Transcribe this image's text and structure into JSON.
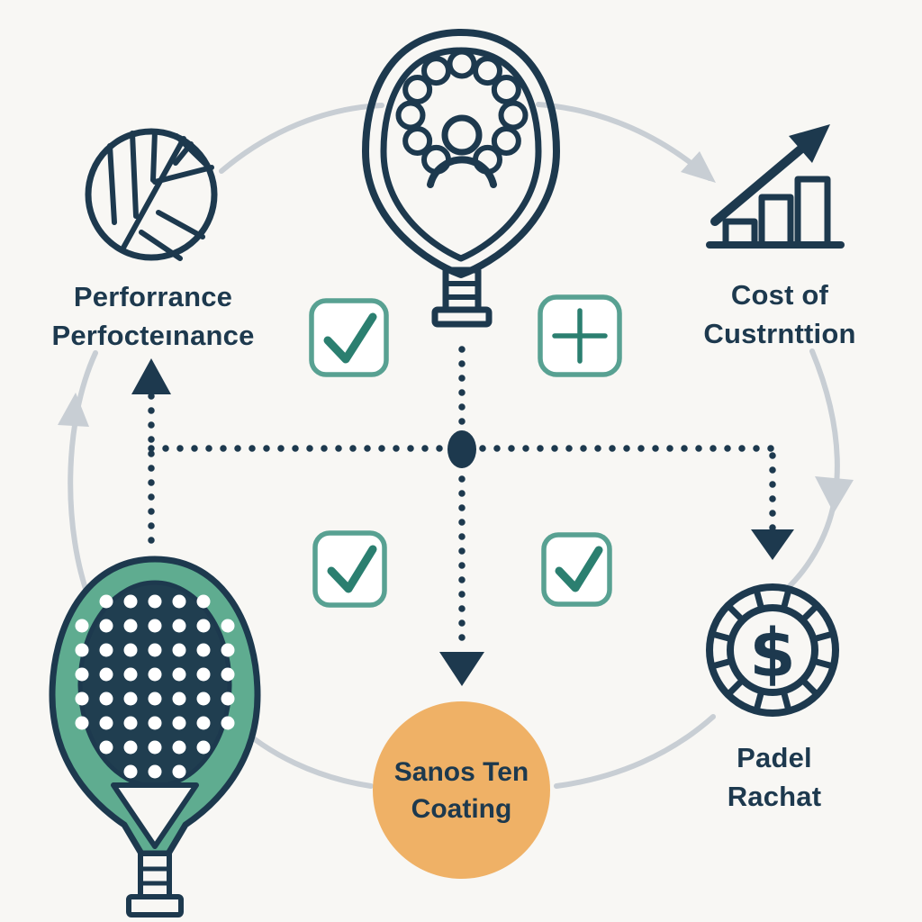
{
  "title": "Padel racket benefits circular diagram",
  "colors": {
    "navy": "#1d394e",
    "teal": "#58a192",
    "teal-dark": "#2b7f70",
    "green": "#5fac90",
    "face": "#203e50",
    "orange": "#efb166",
    "gray": "#c8ced4",
    "background": "#f8f7f4",
    "white": "#ffffff"
  },
  "nodes": {
    "performance": {
      "line1": "Perforrance",
      "line2": "Perfocteınance"
    },
    "cost": {
      "line1": "Cost of",
      "line2": "Custrnttion"
    },
    "padel_rachat": {
      "line1": "Padel",
      "line2": "Rachat"
    },
    "coating": {
      "line1": "Sanos Ten",
      "line2": "Coating"
    }
  },
  "coin": {
    "symbol": "$"
  },
  "icons": [
    "volleyball-icon",
    "padel-racket-outline-icon",
    "growth-chart-icon",
    "checkbox-check-icon",
    "plus-box-icon",
    "padel-racket-green-icon",
    "dollar-coin-icon",
    "center-dot",
    "dotted-arrow-up-icon",
    "dotted-arrow-down-icon"
  ]
}
